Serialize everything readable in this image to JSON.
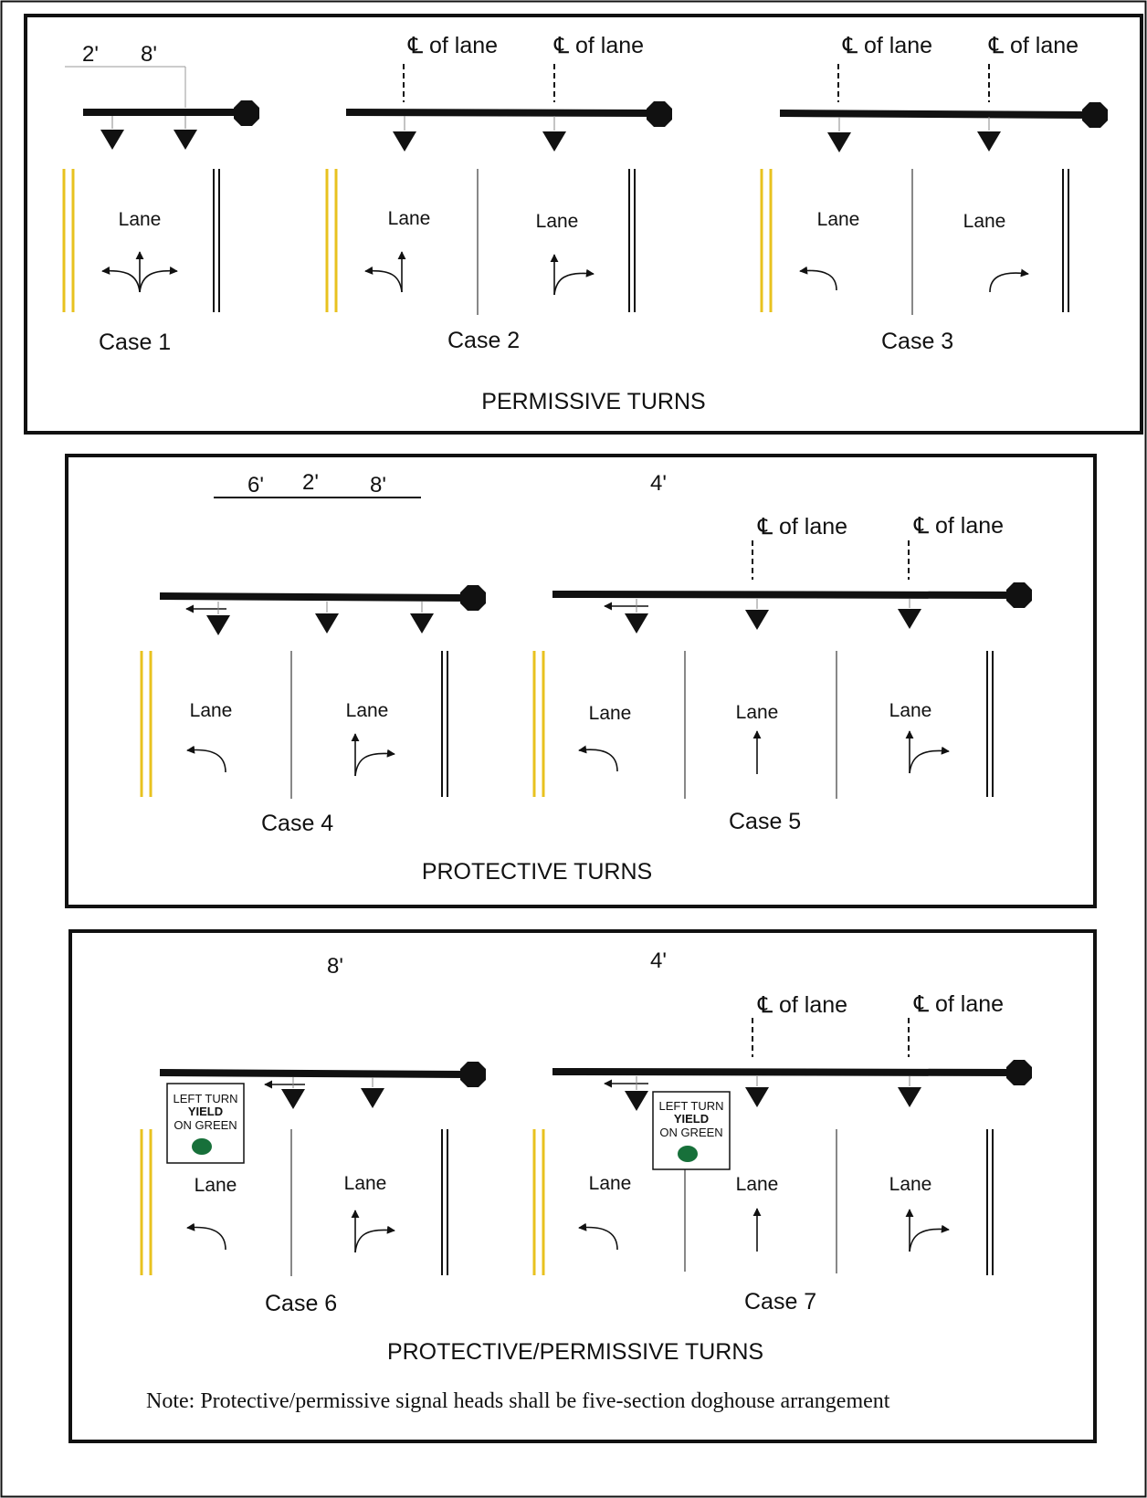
{
  "colors": {
    "yellow_line": "#e8c21f",
    "ink": "#111111",
    "gray_line": "#888888",
    "green_light": "#17703a"
  },
  "labels": {
    "lane": "Lane",
    "cl_symbol": "℄",
    "cl_text": "of lane"
  },
  "cases": {
    "case1": "Case 1",
    "case2": "Case 2",
    "case3": "Case 3",
    "case4": "Case 4",
    "case5": "Case 5",
    "case6": "Case 6",
    "case7": "Case 7"
  },
  "dimensions": {
    "case1_a": "2'",
    "case1_b": "8'",
    "case4_a": "6'",
    "case4_b": "2'",
    "case4_c": "8'",
    "case5": "4'",
    "case6": "8'",
    "case7": "4'"
  },
  "sections": {
    "permissive": "PERMISSIVE TURNS",
    "protective": "PROTECTIVE TURNS",
    "protective_permissive": "PROTECTIVE/PERMISSIVE TURNS"
  },
  "sign": {
    "line1": "LEFT TURN",
    "line2": "YIELD",
    "line3": "ON GREEN"
  },
  "note": "Note: Protective/permissive signal heads shall be five-section doghouse arrangement"
}
